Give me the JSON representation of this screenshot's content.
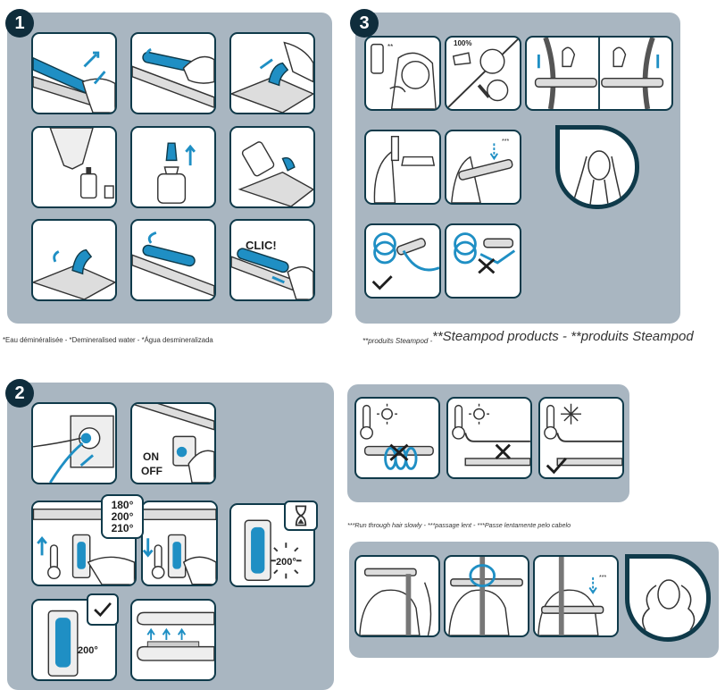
{
  "steps": {
    "step1": "1",
    "step2": "2",
    "step3": "3"
  },
  "labels": {
    "clic": "CLIC!",
    "on": "ON",
    "off": "OFF",
    "temp_180": "180°",
    "temp_200": "200°",
    "temp_210": "210°",
    "temp_display": "200°",
    "percent": "100%",
    "stars2": "**",
    "stars3": "***"
  },
  "captions": {
    "water": "*Eau déminéralisée - *Demineralised water - *Água desmineralizada",
    "steampod_small": "**produits Steampod - ",
    "steampod_large": "**Steampod products - **produits Steampod",
    "slowly": "***Run through hair slowly - ***passage lent - ***Passe lentamente pelo cabelo"
  },
  "colors": {
    "panel": "#a9b6c1",
    "accent": "#1f8fc4",
    "dark": "#0f3a4a"
  },
  "icons": [
    "hand-icon",
    "tank-icon",
    "bottle-icon",
    "plug-icon",
    "power-switch-icon",
    "thermometer-icon",
    "sun-icon",
    "snowflake-icon",
    "hourglass-icon",
    "check-icon",
    "cross-icon",
    "steam-icon",
    "hair-icon",
    "straightener-icon"
  ]
}
